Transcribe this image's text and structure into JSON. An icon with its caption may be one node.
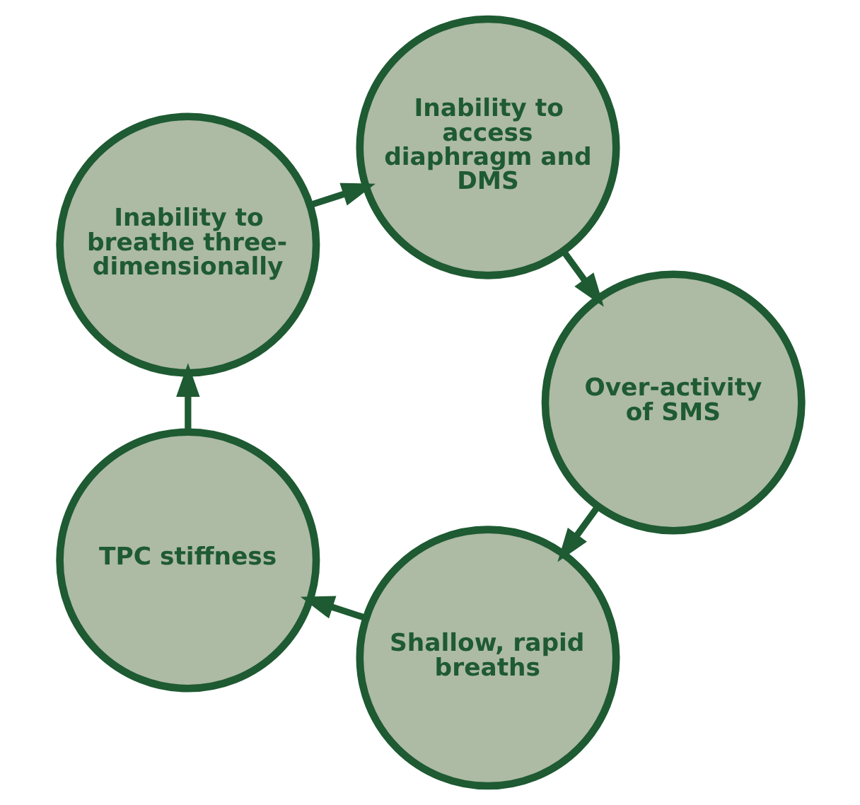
{
  "diagram": {
    "nodes": [
      {
        "text": [
          "Shallow, rapid breaths"
        ]
      },
      {
        "text": [
          "TPC stiffness"
        ]
      },
      {
        "text": [
          "Inability to breathe three-dimensionally"
        ]
      },
      {
        "text": [
          "Inability to access diaphragm and DMS"
        ]
      },
      {
        "text": [
          "Over-activity of SMS"
        ]
      }
    ],
    "edges": [
      {
        "from": 0,
        "to": 1,
        "arrow": "to"
      },
      {
        "from": 1,
        "to": 2,
        "arrow": "to"
      },
      {
        "from": 2,
        "to": 3,
        "arrow": "to"
      },
      {
        "from": 3,
        "to": 4,
        "arrow": "to"
      },
      {
        "from": 4,
        "to": 0,
        "arrow": "to"
      }
    ]
  }
}
